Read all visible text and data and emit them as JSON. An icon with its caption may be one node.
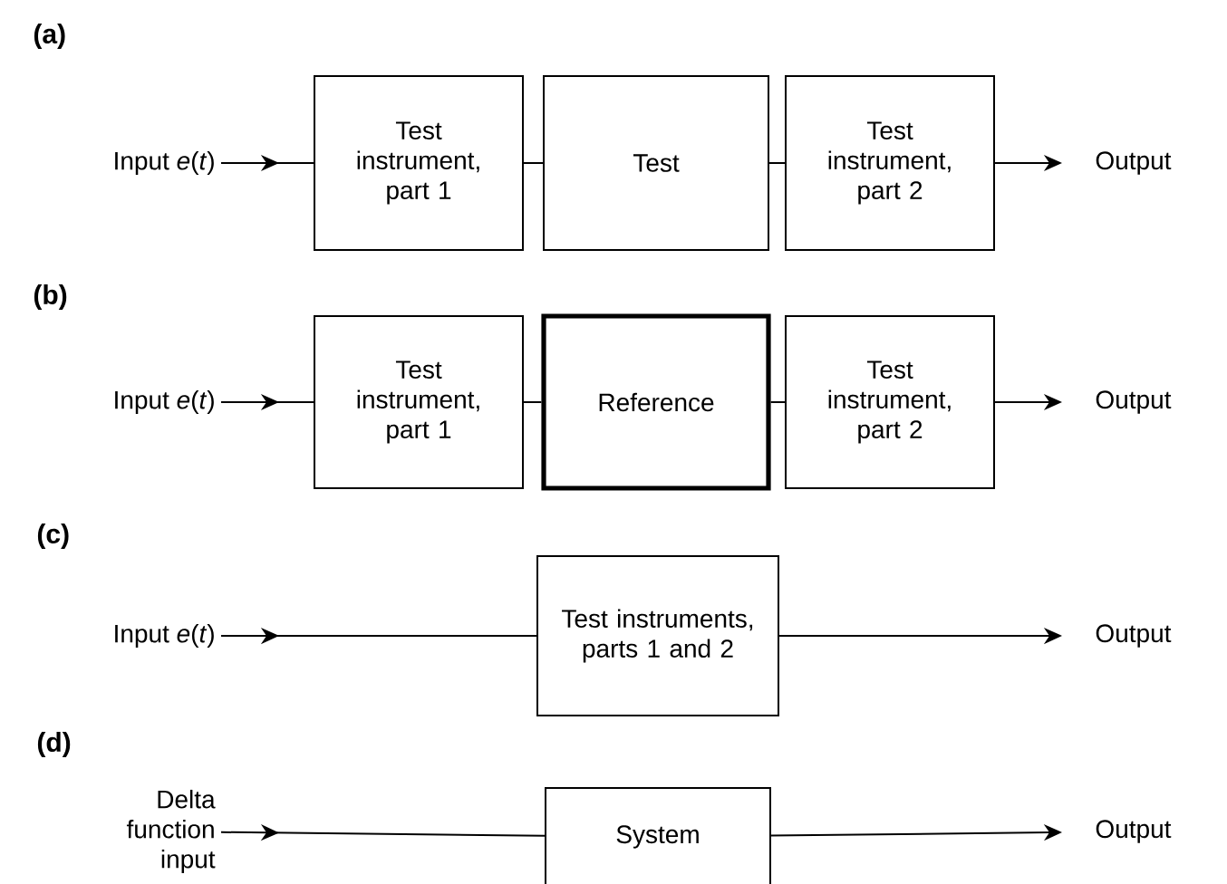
{
  "diagram": {
    "nodes": [
      {
        "text": [
          "Input *e*(*t*)"
        ]
      },
      {
        "text": [
          "Test instrument, part 1"
        ]
      },
      {
        "text": [
          "Test"
        ]
      },
      {
        "text": [
          "Test instrument, part 2"
        ]
      },
      {
        "text": [
          "Output"
        ]
      },
      {
        "text": [
          "Input *e*(*t*)"
        ]
      },
      {
        "text": [
          "Test instrument, part 1"
        ]
      },
      {
        "text": [
          "Reference"
        ]
      },
      {
        "text": [
          "Test instrument, part 2"
        ]
      },
      {
        "text": [
          "Output"
        ]
      },
      {
        "text": [
          "Input *e*(*t*)"
        ]
      },
      {
        "text": [
          "Test instruments, parts 1 and 2"
        ]
      },
      {
        "text": [
          "Output"
        ]
      },
      {
        "text": [
          "Delta function input"
        ]
      },
      {
        "text": [
          "System"
        ]
      },
      {
        "text": [
          "Output"
        ]
      }
    ],
    "edges": [
      {
        "from": 0,
        "to": 1,
        "arrow": "to"
      },
      {
        "from": 1,
        "to": 2,
        "arrow": "none"
      },
      {
        "from": 2,
        "to": 3,
        "arrow": "none"
      },
      {
        "from": 3,
        "to": 4,
        "arrow": "to"
      },
      {
        "from": 5,
        "to": 6,
        "arrow": "to"
      },
      {
        "from": 6,
        "to": 7,
        "arrow": "none"
      },
      {
        "from": 7,
        "to": 8,
        "arrow": "none"
      },
      {
        "from": 8,
        "to": 9,
        "arrow": "to"
      },
      {
        "from": 10,
        "to": 11,
        "arrow": "to"
      },
      {
        "from": 11,
        "to": 12,
        "arrow": "to"
      },
      {
        "from": 13,
        "to": 14,
        "arrow": "to"
      },
      {
        "from": 14,
        "to": 15,
        "arrow": "to"
      }
    ],
    "labels": [
      "(a)",
      "(b)",
      "(c)",
      "(d)"
    ]
  }
}
